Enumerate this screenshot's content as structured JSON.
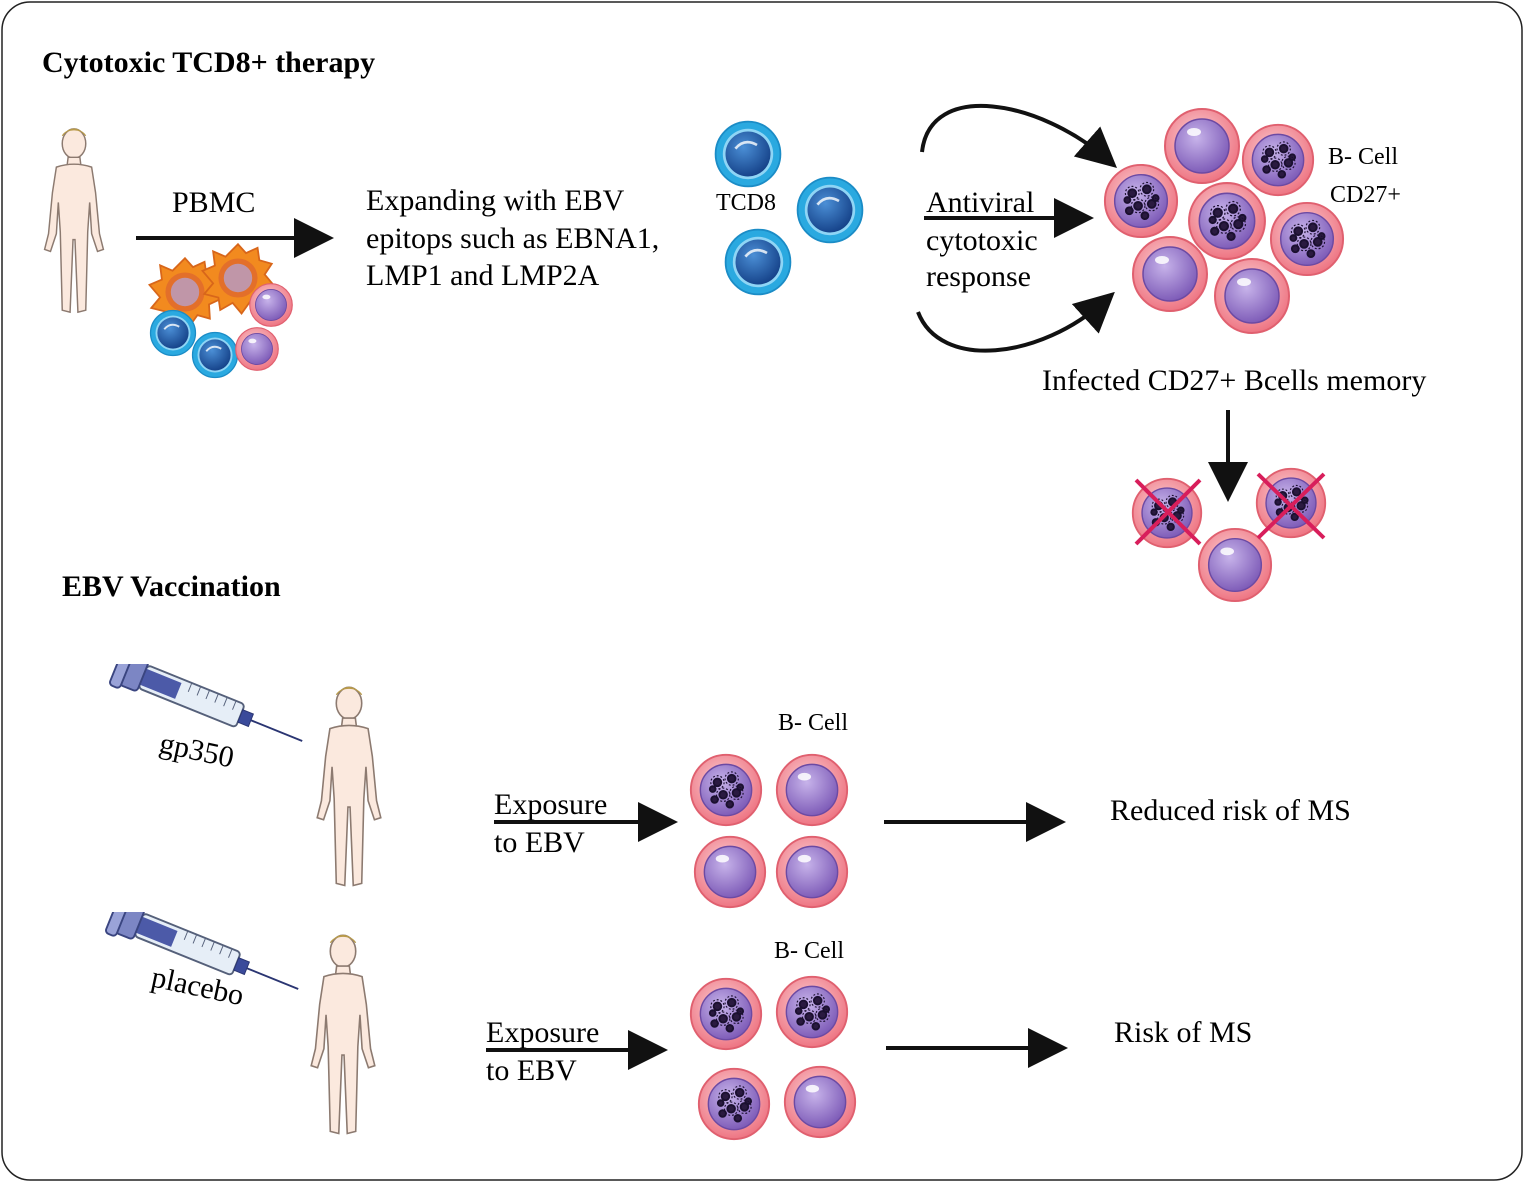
{
  "section1": {
    "title": "Cytotoxic TCD8+ therapy",
    "pbmc_label": "PBMC",
    "expanding_lines": [
      "Expanding with EBV",
      "epitops such as EBNA1,",
      "LMP1 and LMP2A"
    ],
    "tcd8_label": "TCD8",
    "antiviral_lines": [
      "Antiviral",
      "cytotoxic",
      "response"
    ],
    "bcell_label": "B- Cell",
    "cd27_label": "CD27+",
    "infected_label": "Infected CD27+ Bcells memory"
  },
  "section2": {
    "title": "EBV Vaccination",
    "vaccine_label": "gp350",
    "placebo_label": "placebo",
    "exposure_lines": [
      "Exposure",
      "to EBV"
    ],
    "bcell_label": "B- Cell",
    "outcome_vaccine": "Reduced risk of  MS",
    "outcome_placebo": "Risk of MS"
  },
  "colors": {
    "tcell_outer": "#33b4e8",
    "tcell_inner": "#1a5fa8",
    "bcell_outer": "#f07c8a",
    "bcell_inner": "#8d6bc4",
    "monocyte": "#f07a1e",
    "cross": "#d81e5b",
    "skin": "#fbe9de"
  },
  "icons": [
    "human-figure-icon",
    "syringe-icon",
    "t-cell-icon",
    "b-cell-icon",
    "infected-b-cell-icon",
    "monocyte-icon",
    "arrow-icon",
    "cross-mark-icon"
  ]
}
